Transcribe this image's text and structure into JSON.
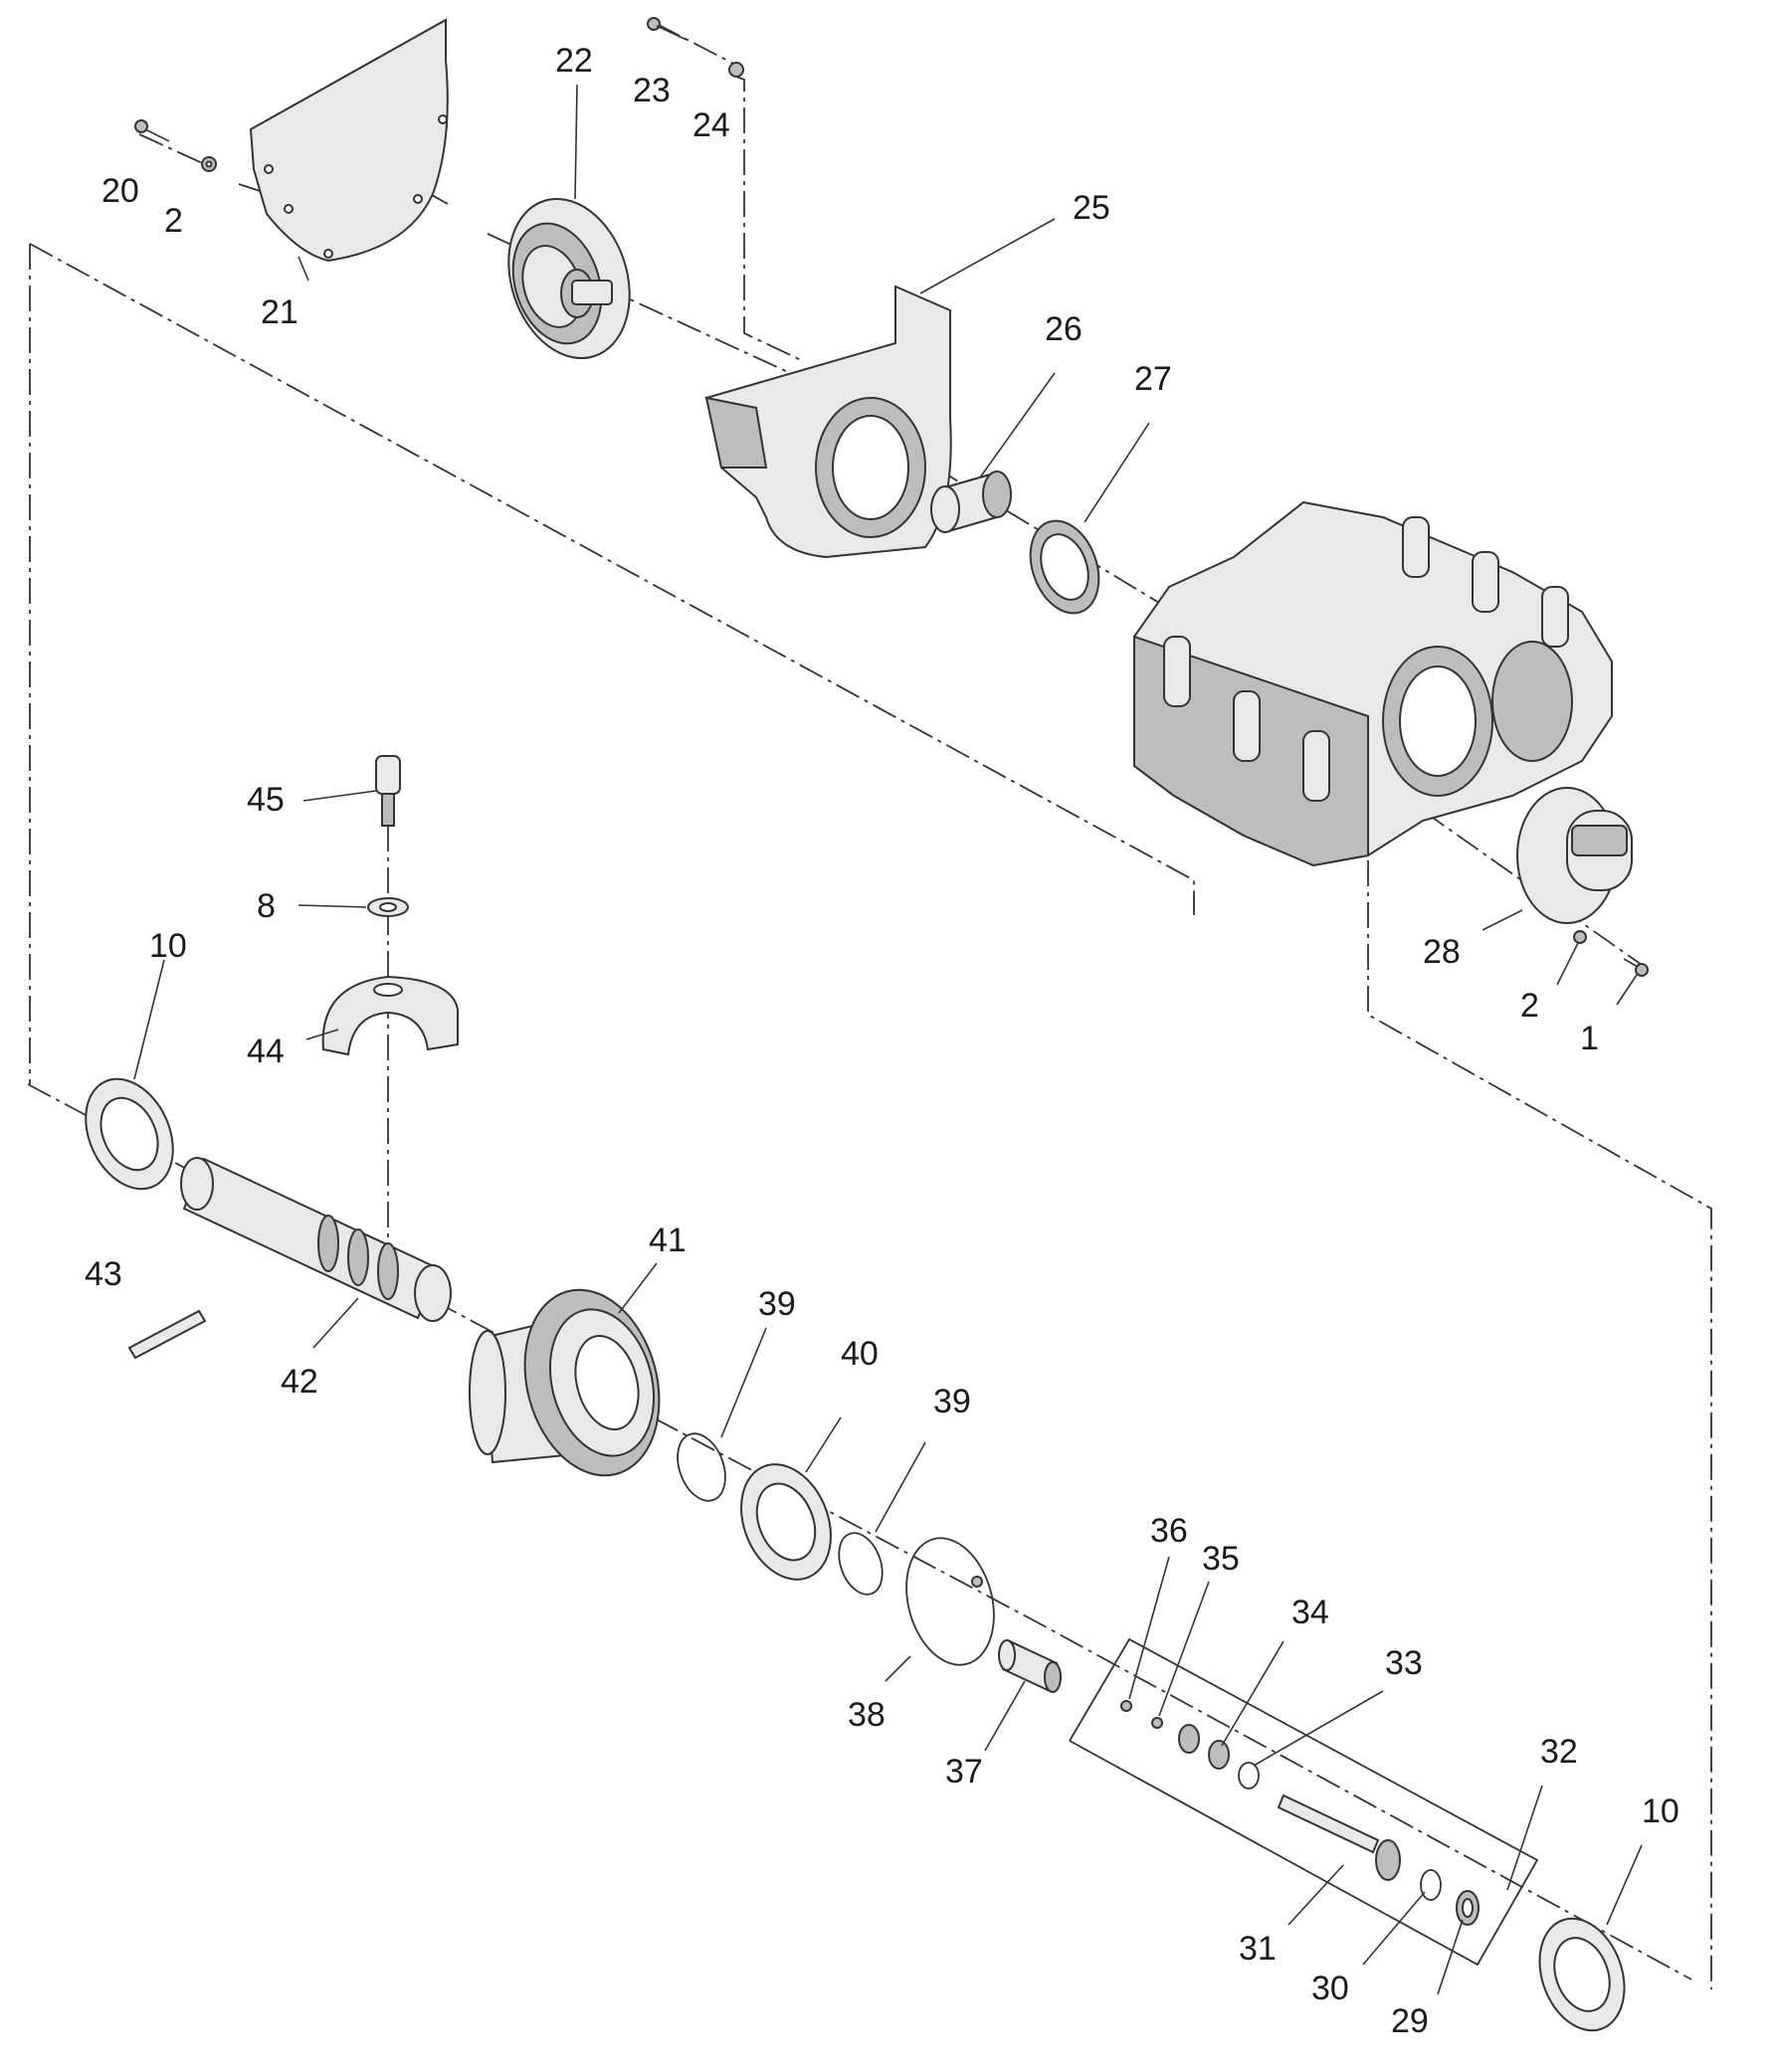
{
  "diagram": {
    "callouts": [
      {
        "id": "c20",
        "text": "20"
      },
      {
        "id": "c2a",
        "text": "2"
      },
      {
        "id": "c21",
        "text": "21"
      },
      {
        "id": "c22",
        "text": "22"
      },
      {
        "id": "c23",
        "text": "23"
      },
      {
        "id": "c24",
        "text": "24"
      },
      {
        "id": "c25",
        "text": "25"
      },
      {
        "id": "c26",
        "text": "26"
      },
      {
        "id": "c27",
        "text": "27"
      },
      {
        "id": "c45",
        "text": "45"
      },
      {
        "id": "c8",
        "text": "8"
      },
      {
        "id": "c10a",
        "text": "10"
      },
      {
        "id": "c44",
        "text": "44"
      },
      {
        "id": "c28",
        "text": "28"
      },
      {
        "id": "c2b",
        "text": "2"
      },
      {
        "id": "c1",
        "text": "1"
      },
      {
        "id": "c43",
        "text": "43"
      },
      {
        "id": "c42",
        "text": "42"
      },
      {
        "id": "c41",
        "text": "41"
      },
      {
        "id": "c39a",
        "text": "39"
      },
      {
        "id": "c40",
        "text": "40"
      },
      {
        "id": "c39b",
        "text": "39"
      },
      {
        "id": "c38",
        "text": "38"
      },
      {
        "id": "c37",
        "text": "37"
      },
      {
        "id": "c36",
        "text": "36"
      },
      {
        "id": "c35",
        "text": "35"
      },
      {
        "id": "c34",
        "text": "34"
      },
      {
        "id": "c33",
        "text": "33"
      },
      {
        "id": "c32",
        "text": "32"
      },
      {
        "id": "c31",
        "text": "31"
      },
      {
        "id": "c30",
        "text": "30"
      },
      {
        "id": "c29",
        "text": "29"
      },
      {
        "id": "c10b",
        "text": "10"
      }
    ]
  }
}
